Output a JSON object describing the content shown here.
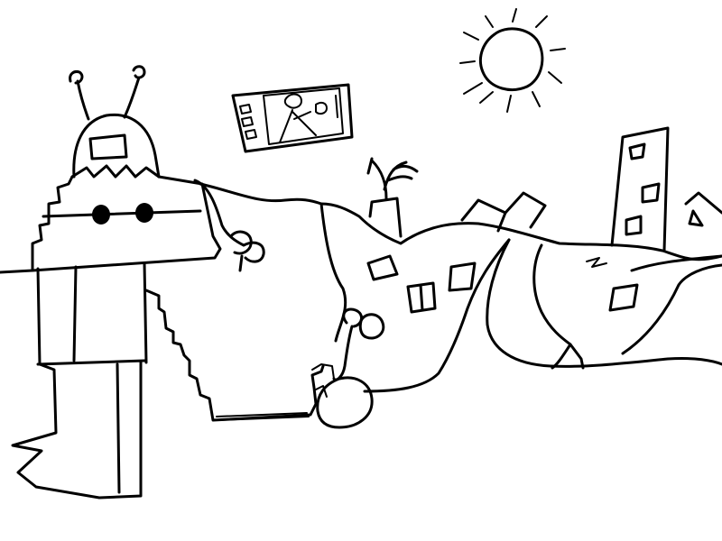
{
  "drawing": {
    "style": "black-ink line drawing on white",
    "colors": {
      "ink": "#000000",
      "paper": "#ffffff"
    },
    "subjects": [
      "robot-figure",
      "framed-picture",
      "sun",
      "hills",
      "house",
      "tower",
      "plant",
      "snail"
    ]
  }
}
